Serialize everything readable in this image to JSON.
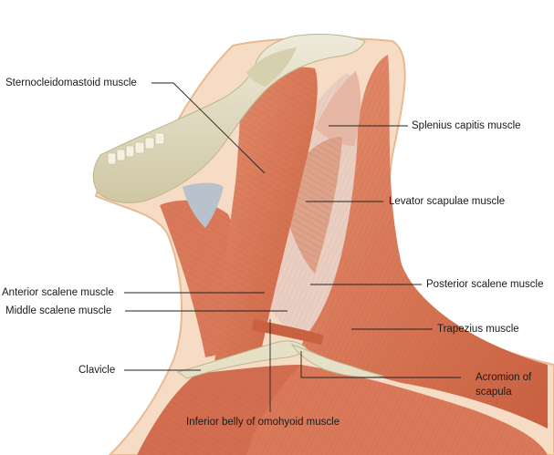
{
  "labels": {
    "sternocleidomastoid": "Sternocleidomastoid muscle",
    "splenius": "Splenius capitis muscle",
    "levator": "Levator scapulae muscle",
    "anterior_scalene": "Anterior scalene muscle",
    "posterior_scalene": "Posterior scalene muscle",
    "middle_scalene": "Middle scalene muscle",
    "trapezius": "Trapezius muscle",
    "clavicle": "Clavicle",
    "acromion_line1": "Acromion of",
    "acromion_line2": "scapula",
    "omohyoid": "Inferior belly of omohyoid muscle"
  },
  "colors": {
    "skin": "#f6dcc4",
    "skin_edge": "#e9b994",
    "muscle": "#d9795a",
    "muscle_dark": "#b9503a",
    "muscle_light": "#e89a7c",
    "fascia": "#e9cfc2",
    "bone": "#e6e1c6",
    "bone_shade": "#bdb58f",
    "vessel": "#b8c2cc"
  }
}
